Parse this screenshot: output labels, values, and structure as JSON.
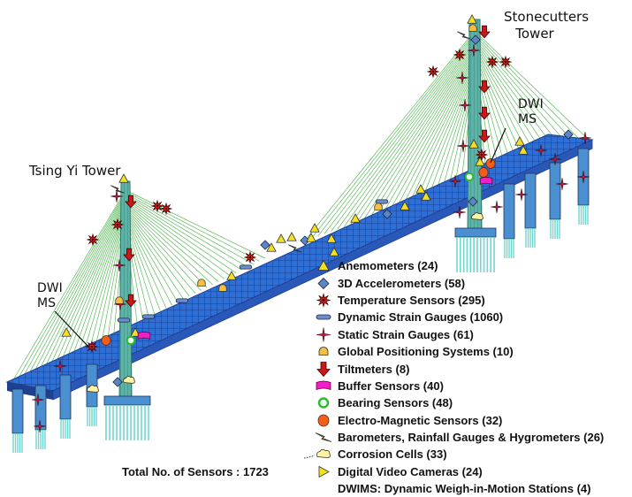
{
  "towers": {
    "stonecutters": {
      "line1": "Stonecutters",
      "line2": "Tower"
    },
    "tsing_yi": {
      "label": "Tsing Yi Tower"
    }
  },
  "dwi_labels": {
    "east": {
      "line1": "DWI",
      "line2": "MS"
    },
    "west": {
      "line1": "DWI",
      "line2": "MS"
    }
  },
  "legend": [
    {
      "icon": "anemometer-triangle-icon",
      "label": "Anemometers  (24)"
    },
    {
      "icon": "accelerometer-diamond-icon",
      "label": "3D Accelerometers  (58)"
    },
    {
      "icon": "temperature-star-icon",
      "label": "Temperature Sensors  (295)"
    },
    {
      "icon": "dynamic-strain-bar-icon",
      "label": "Dynamic Strain Gauges (1060)"
    },
    {
      "icon": "static-strain-star-icon",
      "label": "Static Strain Gauges (61)"
    },
    {
      "icon": "gps-dome-icon",
      "label": "Global Positioning Systems (10)"
    },
    {
      "icon": "tiltmeter-arrow-icon",
      "label": "Tiltmeters (8)"
    },
    {
      "icon": "buffer-flag-icon",
      "label": "Buffer Sensors (40)"
    },
    {
      "icon": "bearing-ring-icon",
      "label": "Bearing Sensors (48)"
    },
    {
      "icon": "electromagnetic-oval-icon",
      "label": "Electro-Magnetic Sensors (32)"
    },
    {
      "icon": "barometer-lightning-icon",
      "label": "Barometers, Rainfall Gauges & Hygrometers (26)"
    },
    {
      "icon": "corrosion-cell-icon",
      "label": "Corrosion Cells (33)"
    },
    {
      "icon": "video-camera-triangle-icon",
      "label": "Digital Video Cameras (24)"
    },
    {
      "icon": "none",
      "label": "DWIMS: Dynamic Weigh-in-Motion Stations (4)"
    }
  ],
  "total": "Total No. of Sensors : 1723",
  "colors": {
    "deck": "#2e6fd6",
    "deck_dark": "#1f3f8f",
    "cable": "#3fae3f",
    "tower": "#4fa89a",
    "pier": "#4a8fd0",
    "pile": "#6fd6d0",
    "anemometer": "#f5e020",
    "accelerometer": "#5a86c8",
    "temperature": "#e0201a",
    "strain_bar": "#6a8ed0",
    "static_star": "#b81c4c",
    "gps": "#f5c040",
    "tiltmeter": "#c81818",
    "buffer": "#f020c8",
    "bearing": "#2fb82f",
    "electromagnetic": "#f06018",
    "barometer": "#f5e020",
    "corrosion": "#fff2a0",
    "camera": "#f5e020"
  }
}
